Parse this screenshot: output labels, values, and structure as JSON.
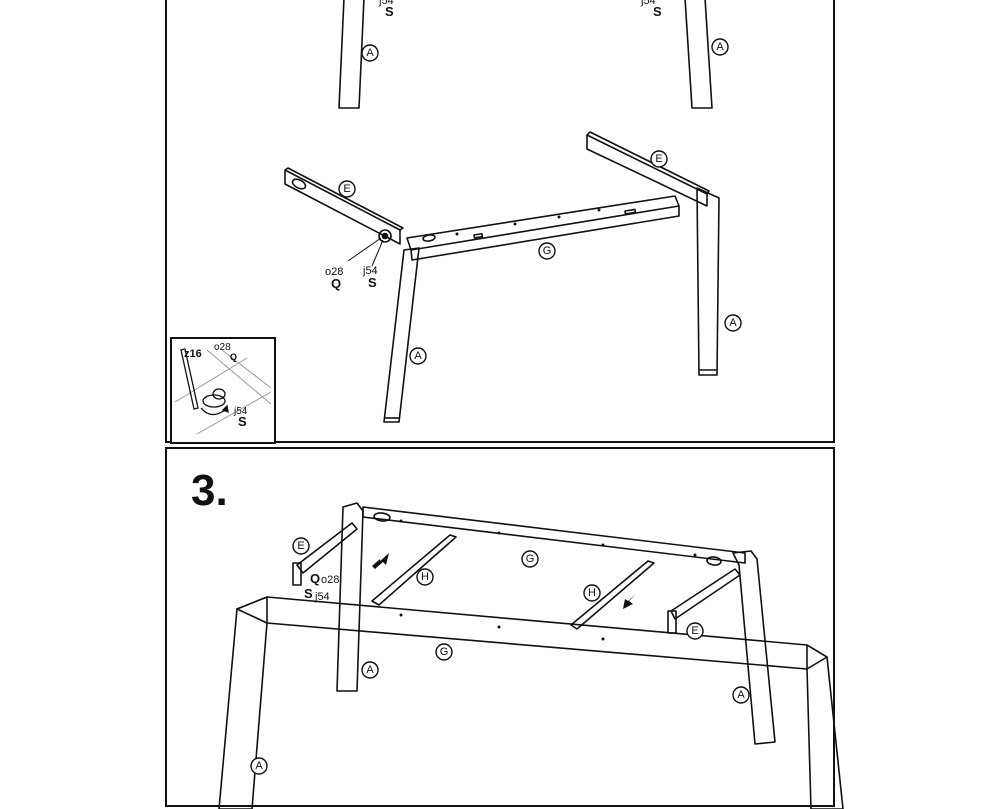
{
  "step": {
    "number": "3."
  },
  "top": {
    "upper_hardware_left": {
      "size": "j54",
      "code": "S"
    },
    "upper_hardware_right": {
      "size": "j54",
      "code": "S"
    },
    "part_labels": {
      "leg_left_top": "A",
      "leg_right_top": "A",
      "rail_e_left": "E",
      "rail_e_right": "E",
      "rail_g": "G",
      "leg_front": "A",
      "leg_right": "A"
    },
    "hardware_q": {
      "size": "o28",
      "code": "Q"
    },
    "hardware_s": {
      "size": "j54",
      "code": "S"
    },
    "inset": {
      "tool": "z16",
      "washer_size": "o28",
      "washer_code": "Q",
      "bolt_size": "j54",
      "bolt_code": "S"
    }
  },
  "bottom": {
    "part_labels": {
      "e_left": "E",
      "e_right": "E",
      "g_back": "G",
      "g_front": "G",
      "h_left": "H",
      "h_right": "H",
      "a_back": "A",
      "a_right": "A",
      "a_front": "A"
    },
    "hardware_q": {
      "code": "Q",
      "size": "o28"
    },
    "hardware_s": {
      "code": "S",
      "size": "j54"
    }
  }
}
